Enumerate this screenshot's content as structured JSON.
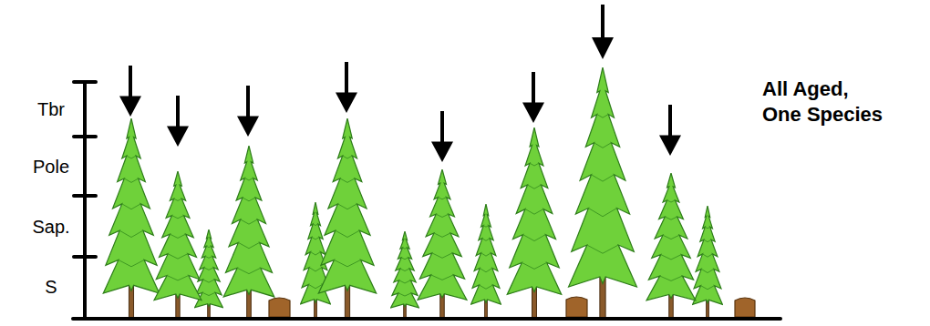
{
  "diagram": {
    "labels": [
      "Tbr",
      "Pole",
      "Sap.",
      "S",
      "All Aged, One Species"
    ]
  }
}
